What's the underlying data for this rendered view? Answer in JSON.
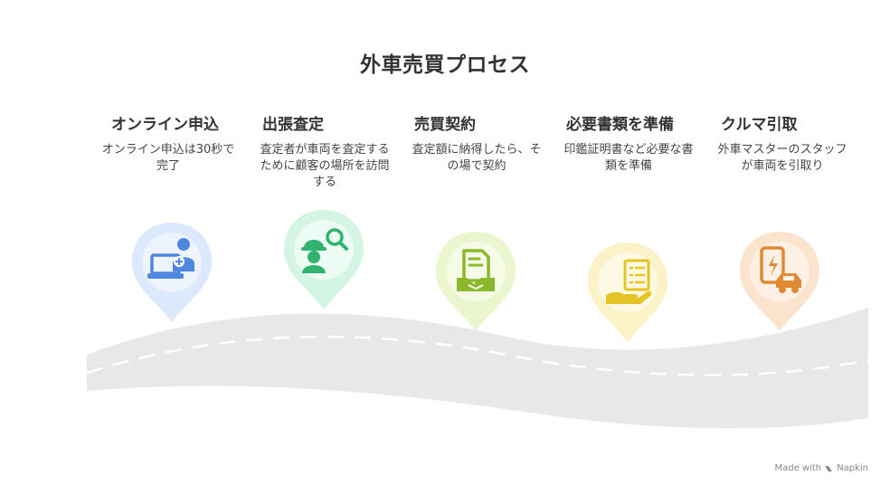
{
  "title": "外車売買プロセス",
  "steps": [
    {
      "title": "オンライン申込",
      "desc": "オンライン申込は30秒で完了",
      "color": "#4f86e0",
      "ring": "#dce8fb",
      "inner": "#eef4fd",
      "icon": "laptop-user-icon"
    },
    {
      "title": "出張査定",
      "desc": "査定者が車両を査定するために顧客の場所を訪問する",
      "color": "#2fb36e",
      "ring": "#d5f5e4",
      "inner": "#ecfbf3",
      "icon": "inspector-search-icon"
    },
    {
      "title": "売買契約",
      "desc": "査定額に納得したら、その場で契約",
      "color": "#8cb82b",
      "ring": "#ebf6cf",
      "inner": "#f5fbe6",
      "icon": "contract-handshake-icon"
    },
    {
      "title": "必要書類を準備",
      "desc": "印鑑証明書など必要な書類を準備",
      "color": "#e6c327",
      "ring": "#fbf2c7",
      "inner": "#fdf9e3",
      "icon": "document-hand-icon"
    },
    {
      "title": "クルマ引取",
      "desc": "外車マスターのスタッフが車両を引取り",
      "color": "#e08a35",
      "ring": "#fbe4cd",
      "inner": "#fdf1e5",
      "icon": "phone-car-icon"
    }
  ],
  "credit": {
    "made_with": "Made with",
    "brand": "Napkin"
  }
}
